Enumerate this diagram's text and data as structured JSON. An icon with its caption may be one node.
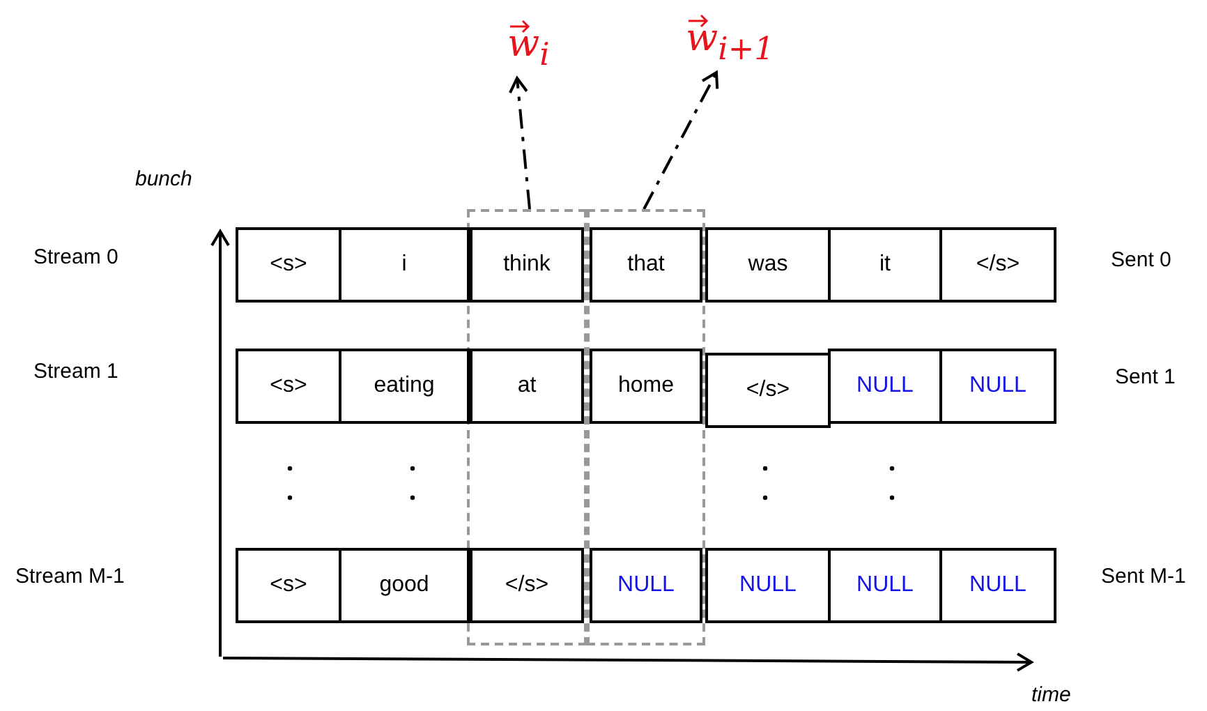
{
  "diagram": {
    "nodes": [
      {
        "text": [
          "w$_{i}$"
        ]
      },
      {
        "text": [
          "w$_{i+1}$"
        ]
      },
      {
        "text": [],
        "shape": "box"
      },
      {
        "text": [],
        "shape": "box"
      },
      {
        "text": [
          "<s>"
        ]
      },
      {
        "text": [
          "i"
        ]
      },
      {
        "text": [
          "think"
        ],
        "in": 2
      },
      {
        "text": [
          "that"
        ],
        "in": 3
      },
      {
        "text": [
          "was"
        ]
      },
      {
        "text": [
          "it"
        ]
      },
      {
        "text": [
          "</s>"
        ]
      },
      {
        "text": [
          "<s>"
        ]
      },
      {
        "text": [
          "eating"
        ]
      },
      {
        "text": [
          "at"
        ],
        "in": 2
      },
      {
        "text": [
          "home"
        ],
        "in": 3
      },
      {
        "text": [
          "</s>"
        ]
      },
      {
        "text": [
          "NULL"
        ]
      },
      {
        "text": [
          "NULL"
        ]
      },
      {
        "text": [
          "<s>"
        ]
      },
      {
        "text": [
          "good"
        ]
      },
      {
        "text": [
          "</s>"
        ],
        "in": 2
      },
      {
        "text": [
          "NULL"
        ],
        "in": 3
      },
      {
        "text": [
          "NULL"
        ]
      },
      {
        "text": [
          "NULL"
        ]
      },
      {
        "text": [
          "NULL"
        ]
      }
    ],
    "edges": [
      {
        "from": 2,
        "to": 0,
        "arrow": "to",
        "style": "dashed"
      },
      {
        "from": 3,
        "to": 1,
        "arrow": "to",
        "style": "dashed"
      }
    ],
    "labels": [
      "bunch",
      "Stream 0",
      "Sent 0",
      "Stream 1",
      "Sent 1",
      "Stream M-1",
      "Sent M-1",
      "time"
    ]
  }
}
